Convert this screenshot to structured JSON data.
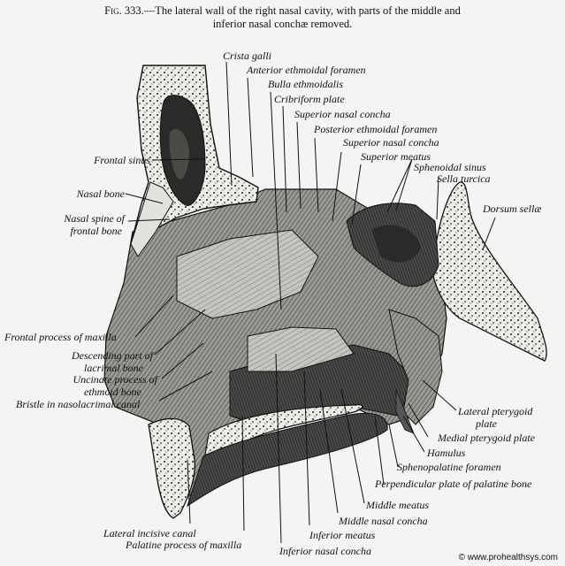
{
  "caption": {
    "fig_label": "Fig. 333.",
    "text_line1": "—The lateral wall of the right nasal cavity, with parts of the middle and",
    "text_line2": "inferior nasal conchæ removed."
  },
  "labels": {
    "crista_galli": "Crista galli",
    "anterior_ethmoidal_foramen": "Anterior ethmoidal foramen",
    "bulla_ethmoidalis": "Bulla ethmoidalis",
    "cribriform_plate": "Cribriform plate",
    "superior_nasal_concha_1": "Superior nasal concha",
    "posterior_ethmoidal_foramen": "Posterior ethmoidal foramen",
    "superior_nasal_concha_2": "Superior nasal concha",
    "superior_meatus": "Superior meatus",
    "sphenoidal_sinus": "Sphenoidal sinus",
    "sella_turcica": "Sella turcica",
    "dorsum_sellae": "Dorsum sellæ",
    "frontal_sinus": "Frontal sinus",
    "nasal_bone": "Nasal bone",
    "nasal_spine_line1": "Nasal spine of",
    "nasal_spine_line2": "frontal bone",
    "frontal_process_maxilla": "Frontal process of maxilla",
    "descending_lacrimal_line1": "Descending part of",
    "descending_lacrimal_line2": "lacrimal bone",
    "uncinate_line1": "Uncinate process of",
    "uncinate_line2": "ethmoid bone",
    "bristle_nasolacrimal": "Bristle in nasolacrimal canal",
    "lateral_pterygoid_line1": "Lateral pterygoid",
    "lateral_pterygoid_line2": "plate",
    "medial_pterygoid_plate": "Medial pterygoid plate",
    "hamulus": "Hamulus",
    "sphenopalatine_foramen": "Sphenopalatine foramen",
    "perpendicular_plate_palatine": "Perpendicular plate of palatine bone",
    "middle_meatus": "Middle meatus",
    "middle_nasal_concha": "Middle nasal concha",
    "inferior_meatus": "Inferior meatus",
    "inferior_nasal_concha": "Inferior nasal concha",
    "lateral_incisive_canal": "Lateral incisive canal",
    "palatine_process_maxilla": "Palatine process of maxilla"
  },
  "watermark": "© www.prohealthsys.com",
  "colors": {
    "paper": "#f4f4f2",
    "ink": "#111111",
    "bone_light": "#e8e8e4",
    "shade_mid": "#8a8a86",
    "shade_dark": "#3a3a38"
  }
}
